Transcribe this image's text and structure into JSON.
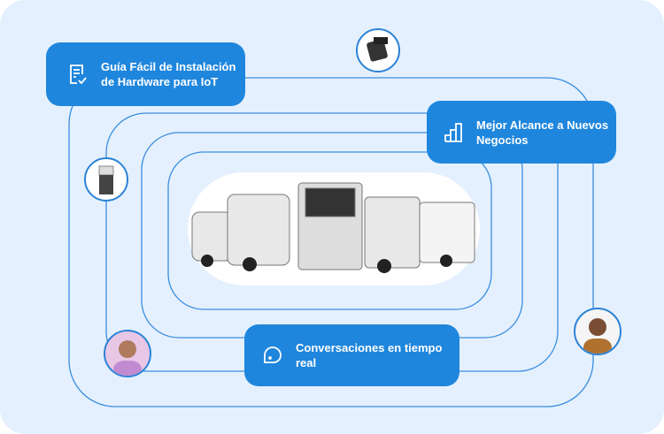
{
  "features": [
    {
      "label": "Guía Fácil de Instalación de Hardware para IoT",
      "icon": "checklist-icon"
    },
    {
      "label": "Mejor Alcance a Nuevos Negocios",
      "icon": "bar-chart-icon"
    },
    {
      "label": "Conversaciones en tiempo real",
      "icon": "chat-bubble-icon"
    }
  ],
  "colors": {
    "accent": "#1f86dd",
    "line": "#3a8ee0",
    "background": "#e4f0fd"
  }
}
